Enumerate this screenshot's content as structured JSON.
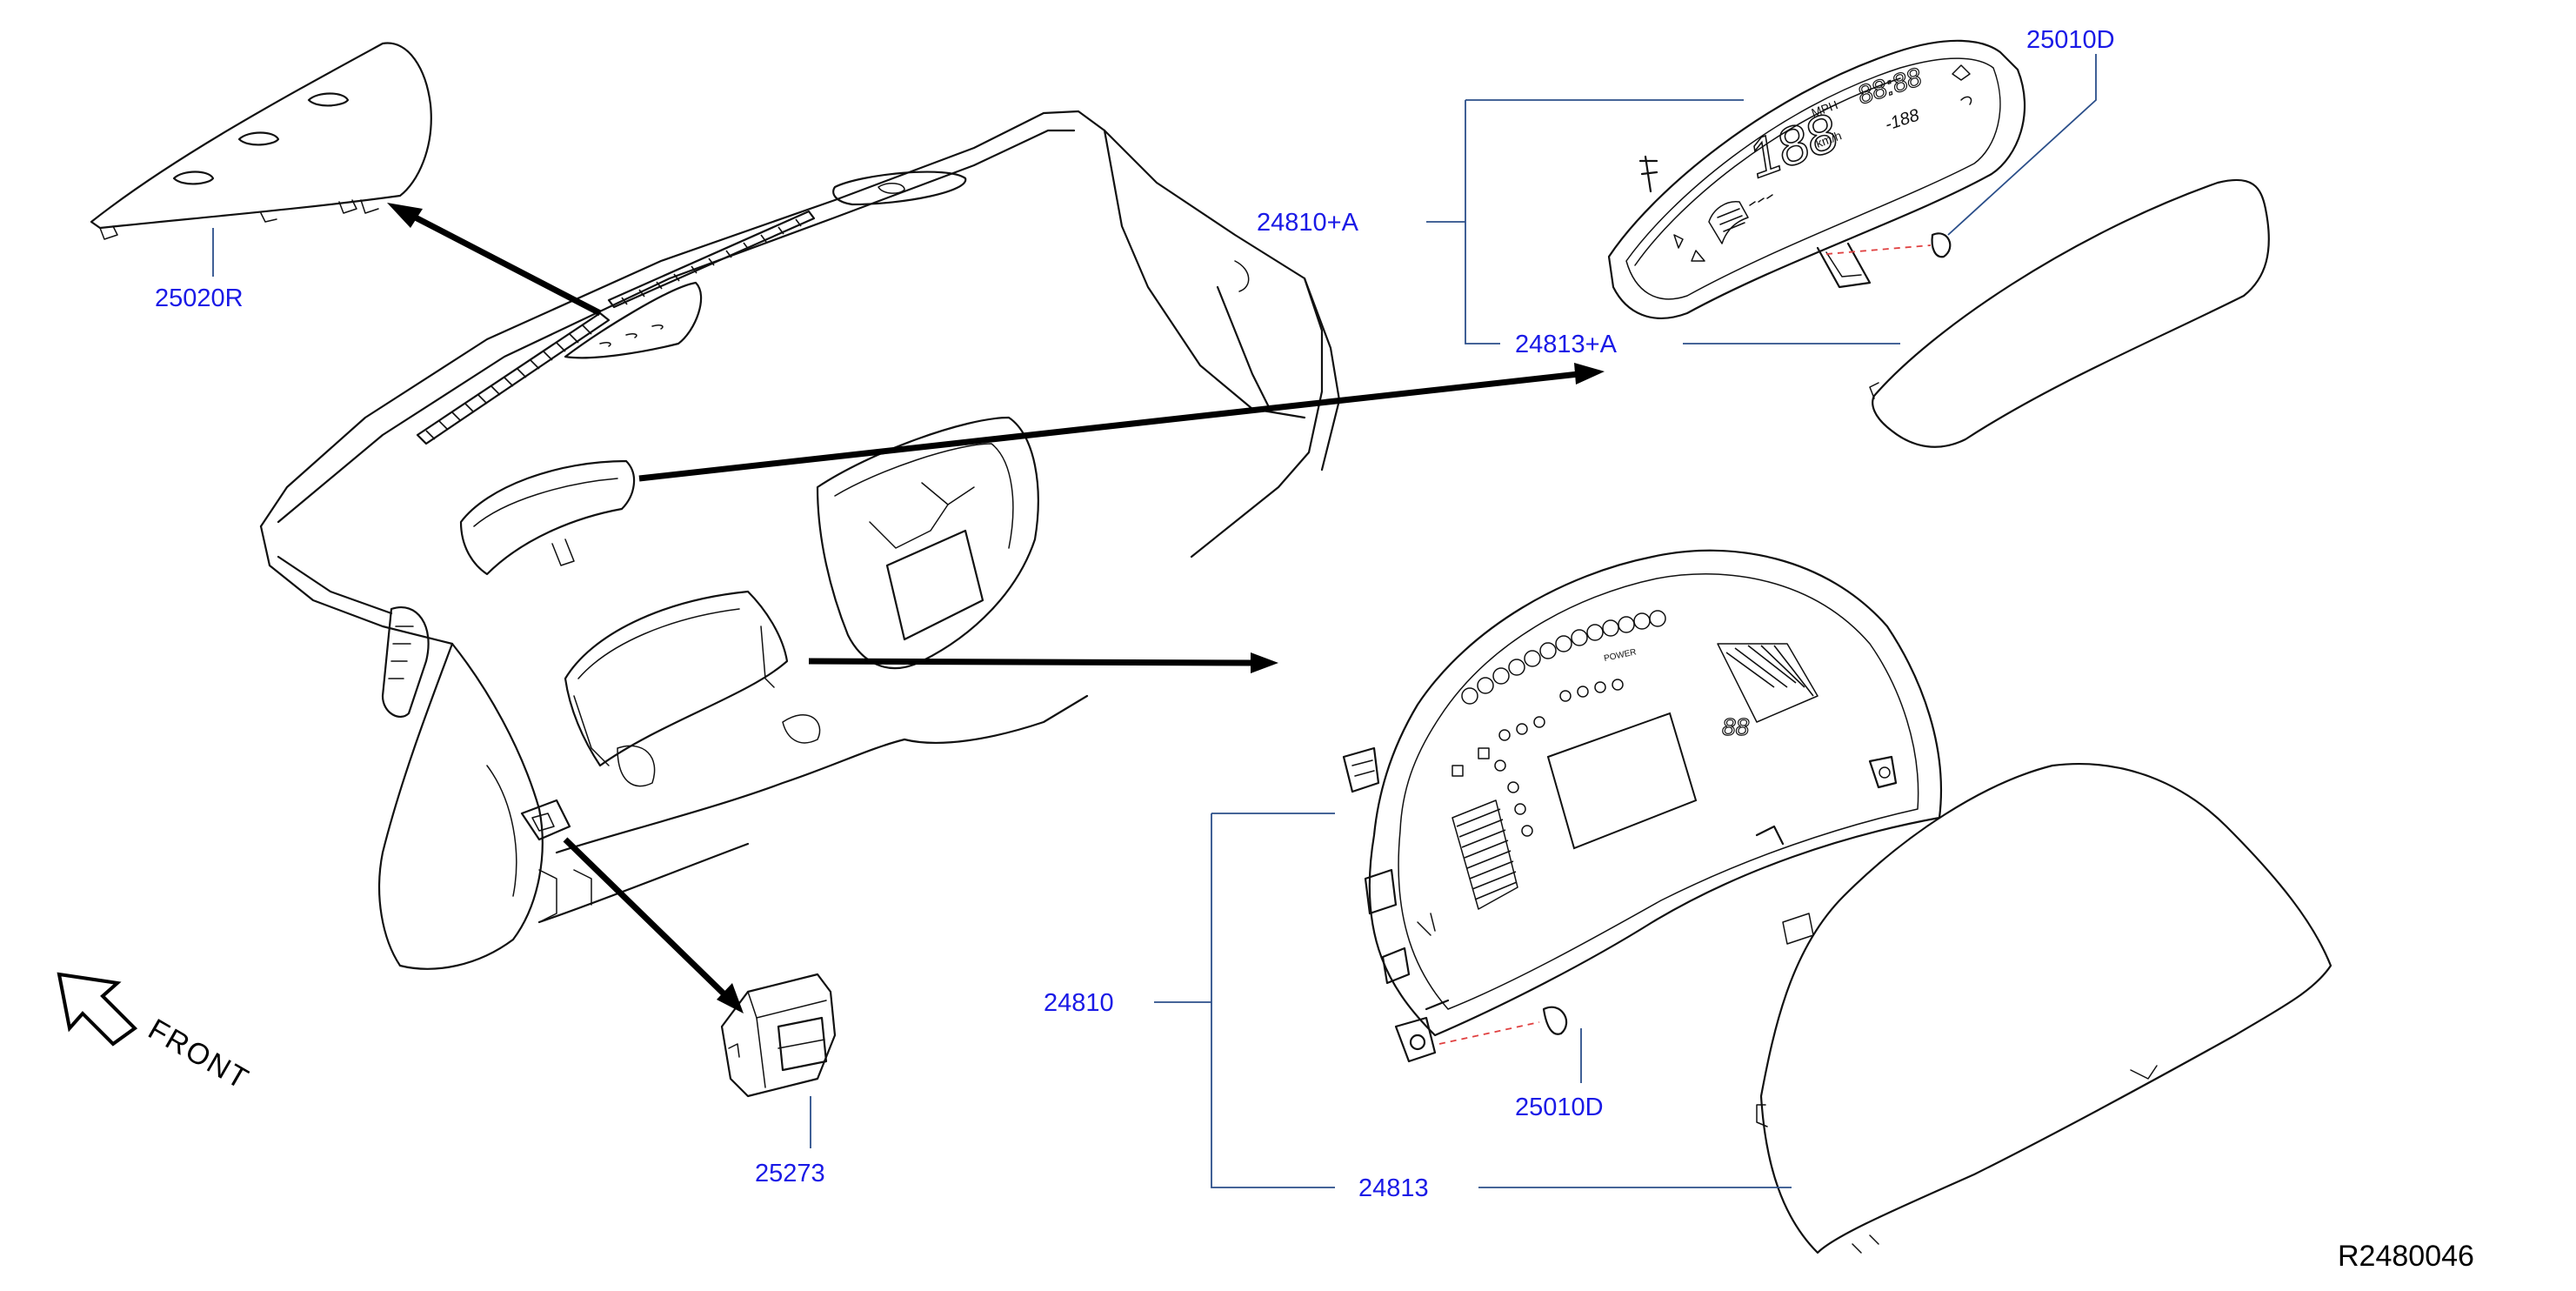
{
  "diagram": {
    "parts": [
      {
        "id": "trim-upper",
        "number": "25020R"
      },
      {
        "id": "meter-upper",
        "number": "24810+A"
      },
      {
        "id": "meter-upper-lens",
        "number": "24813+A"
      },
      {
        "id": "screw-upper",
        "number": "25010D"
      },
      {
        "id": "meter-main",
        "number": "24810"
      },
      {
        "id": "screw-main",
        "number": "25010D"
      },
      {
        "id": "meter-main-lens",
        "number": "24813"
      },
      {
        "id": "switch",
        "number": "25273"
      }
    ],
    "front_label": "FRONT",
    "reference_code": "R2480046",
    "meter_upper_texts": {
      "mph": "MPH",
      "kmh": "km/h",
      "speed_digits": "188",
      "odo": "88:88",
      "temp": "-188"
    },
    "meter_main_texts": {
      "power": "POWER",
      "digits": "88"
    }
  }
}
